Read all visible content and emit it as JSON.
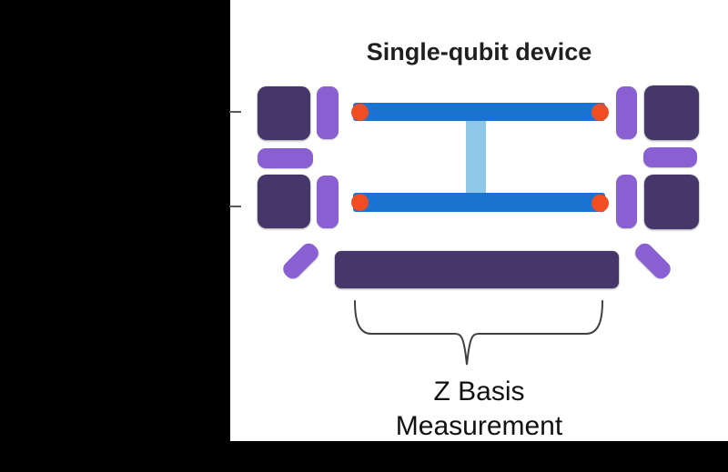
{
  "figure": {
    "title": "Single-qubit device",
    "measurement_label_line1": "Z Basis",
    "measurement_label_line2": "Measurement"
  },
  "colors": {
    "background": "#ffffff",
    "mask": "#000000",
    "qubit_island_dark_purple": "#453769",
    "coupler_purple": "#8a5fd2",
    "resonator_blue": "#1a73d0",
    "bus_coupler_light_blue": "#8fc7e9",
    "junction_orange": "#f04d23",
    "brace_gray": "#404040",
    "tick_gray": "#5a5a5a",
    "title_text": "#1f1f1f",
    "label_text": "#111111"
  }
}
